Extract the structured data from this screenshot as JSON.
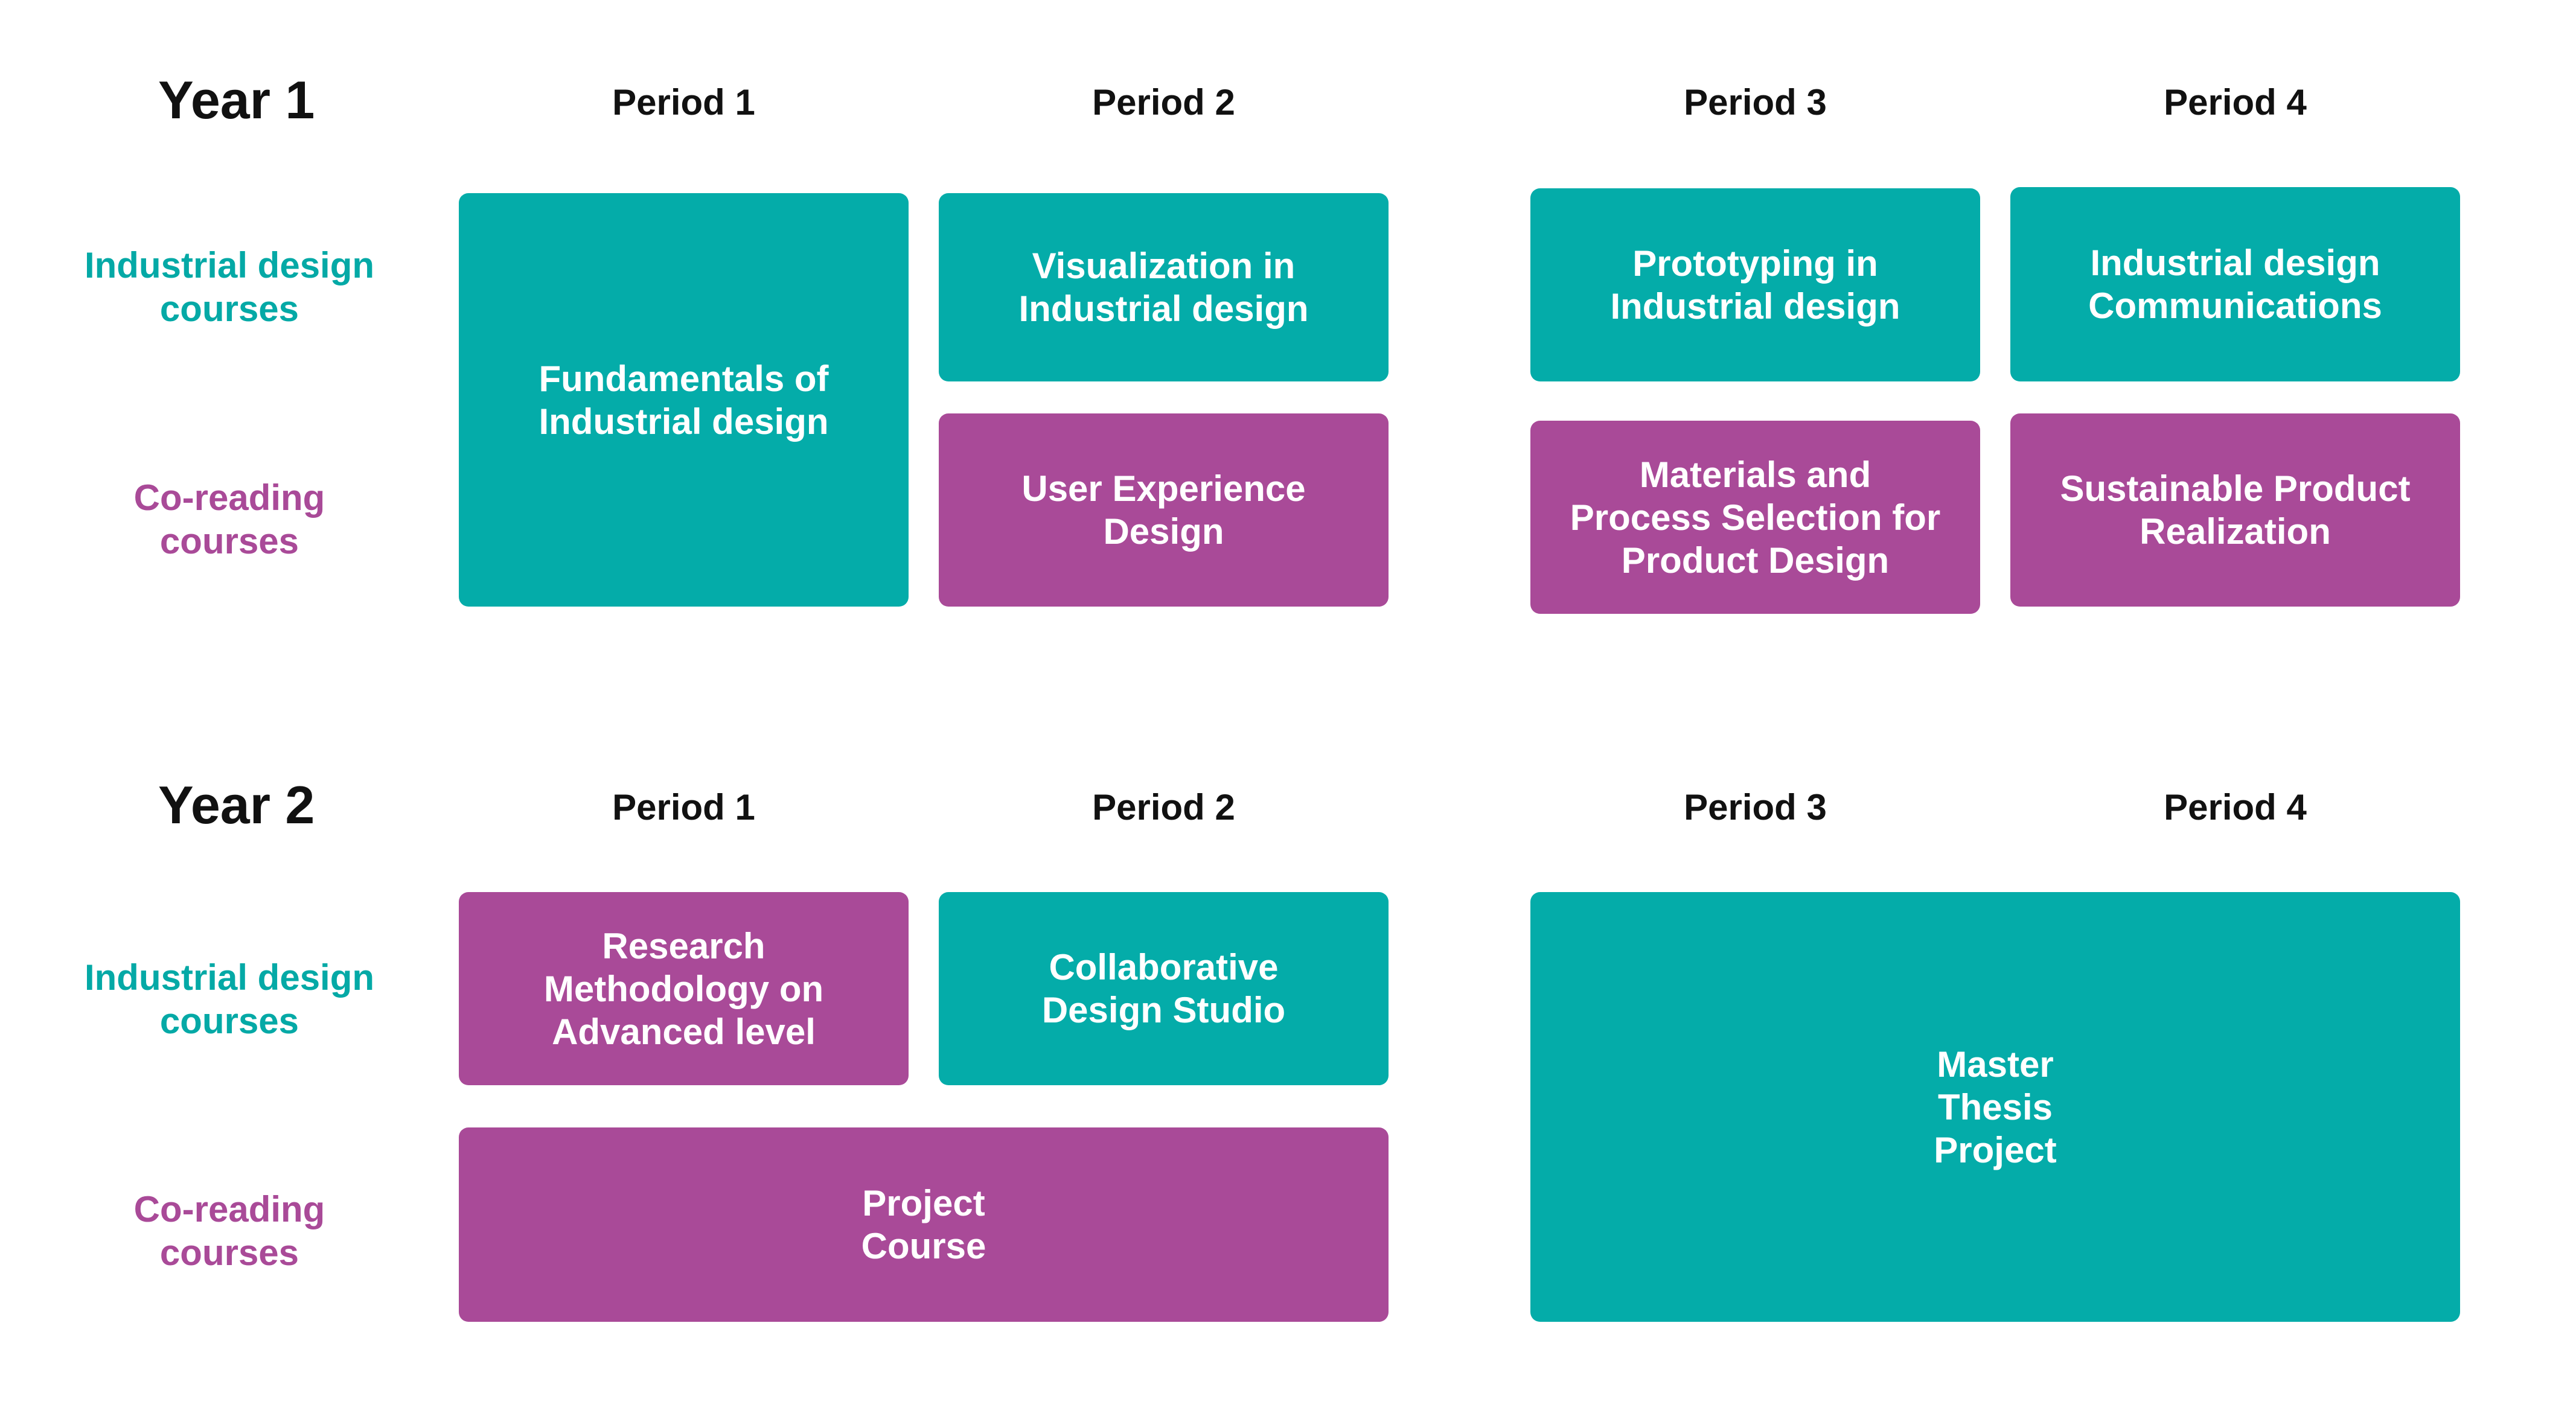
{
  "colors": {
    "teal": "#04aca9",
    "purple": "#a94a98",
    "text": "#111111"
  },
  "years": [
    {
      "title": "Year 1",
      "periods": [
        "Period 1",
        "Period 2",
        "Period 3",
        "Period 4"
      ],
      "row_labels": {
        "industrial": "Industrial design\ncourses",
        "coreading": "Co-reading\ncourses"
      },
      "courses": [
        {
          "name": "Fundamentals of\nIndustrial design",
          "color": "teal"
        },
        {
          "name": "Visualization in\nIndustrial design",
          "color": "teal"
        },
        {
          "name": "User Experience\nDesign",
          "color": "purple"
        },
        {
          "name": "Prototyping in\nIndustrial design",
          "color": "teal"
        },
        {
          "name": "Materials and\nProcess Selection for\nProduct Design",
          "color": "purple"
        },
        {
          "name": "Industrial design\nCommunications",
          "color": "teal"
        },
        {
          "name": "Sustainable Product\nRealization",
          "color": "purple"
        }
      ]
    },
    {
      "title": "Year 2",
      "periods": [
        "Period 1",
        "Period 2",
        "Period 3",
        "Period 4"
      ],
      "row_labels": {
        "industrial": "Industrial design\ncourses",
        "coreading": "Co-reading\ncourses"
      },
      "courses": [
        {
          "name": "Research\nMethodology on\nAdvanced level",
          "color": "purple"
        },
        {
          "name": "Collaborative\nDesign Studio",
          "color": "teal"
        },
        {
          "name": "Project\nCourse",
          "color": "purple"
        },
        {
          "name": "Master\nThesis\nProject",
          "color": "teal"
        }
      ]
    }
  ]
}
